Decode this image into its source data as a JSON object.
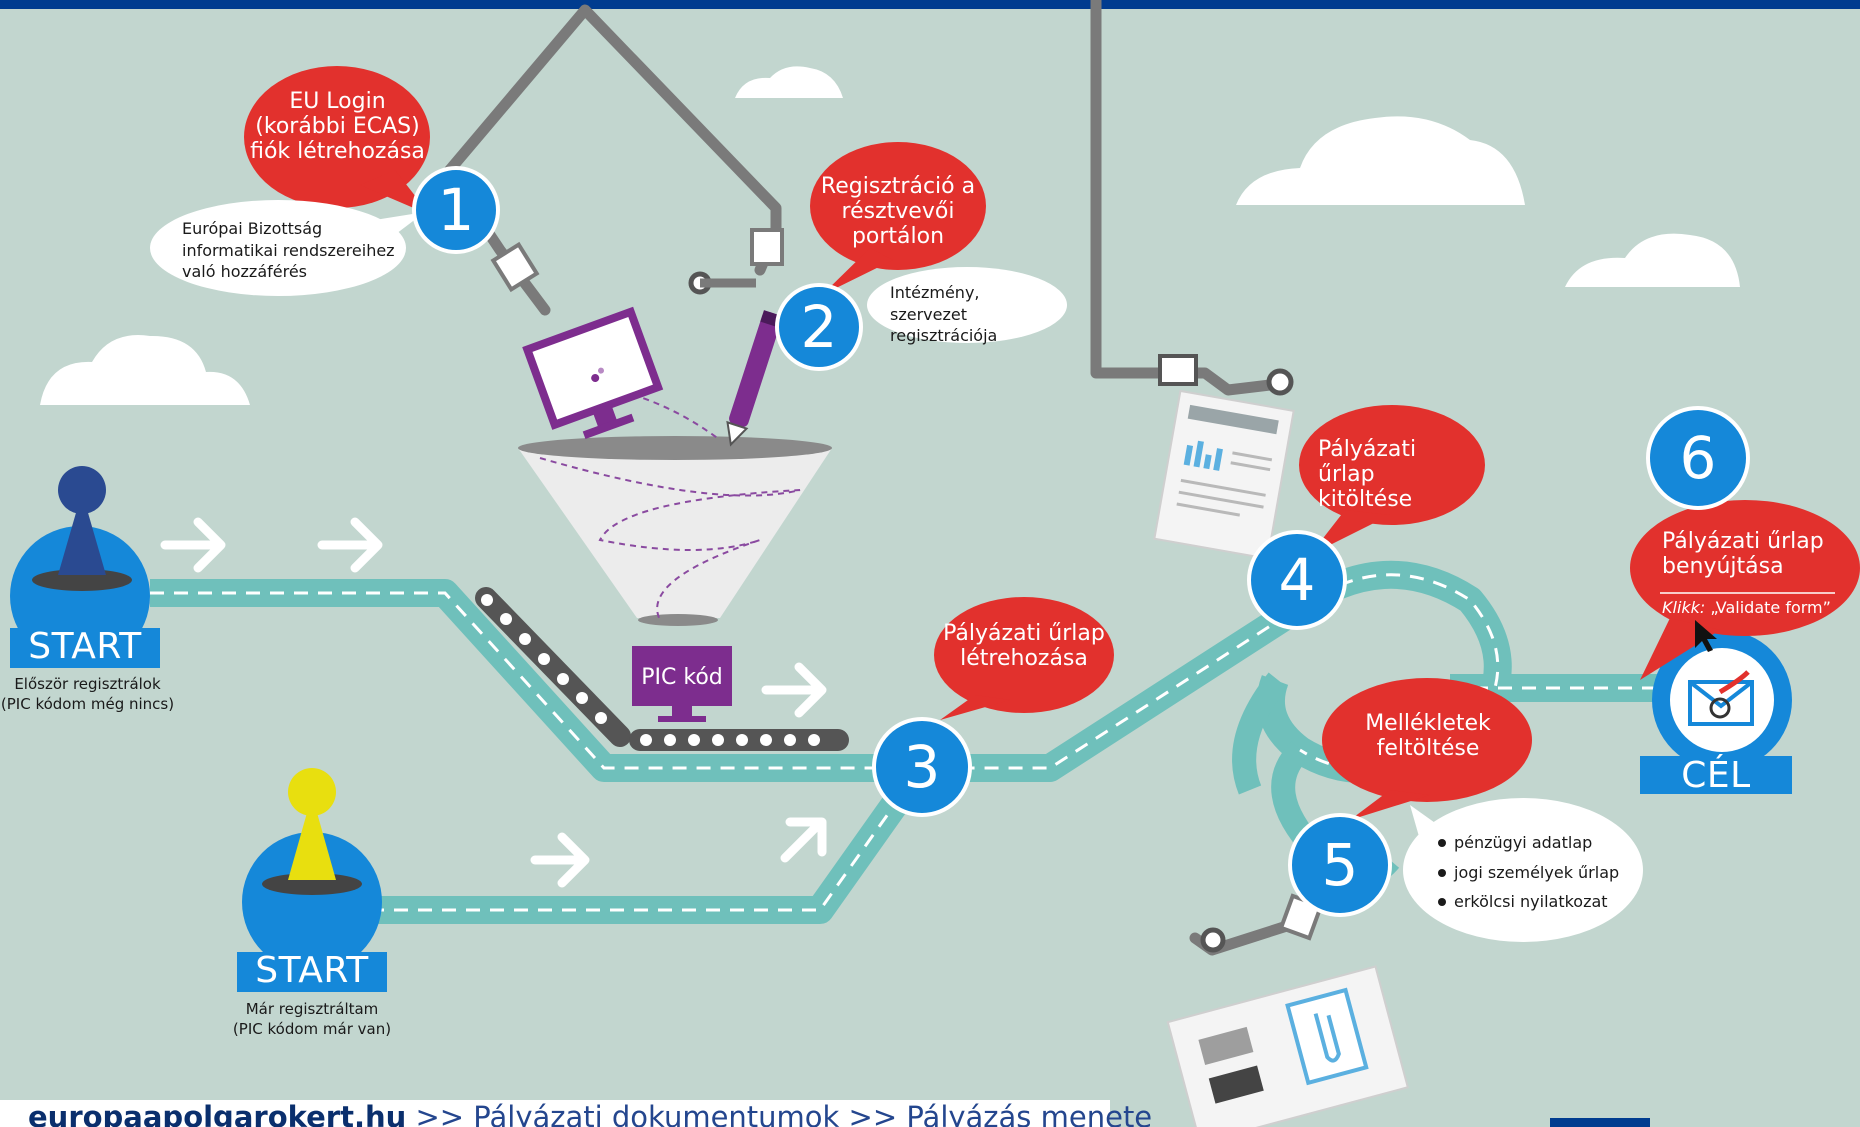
{
  "steps": [
    {
      "number": "1",
      "bubble": "EU Login\n(korábbi ECAS)\nfiók létrehozása",
      "note": "Európai Bizottság\ninformatikai rendszereihez\nvaló hozzáférés"
    },
    {
      "number": "2",
      "bubble": "Regisztráció a\nrésztvevői\nportálon",
      "note": "Intézmény, szervezet\nregisztrációja"
    },
    {
      "number": "3",
      "bubble": "Pályázati űrlap\nlétrehozása"
    },
    {
      "number": "4",
      "bubble": "Pályázati űrlap\nkitöltése"
    },
    {
      "number": "5",
      "bubble": "Mellékletek\nfeltöltése",
      "bullets": [
        "pénzügyi adatlap",
        "jogi személyek űrlap",
        "erkölcsi nyilatkozat"
      ]
    },
    {
      "number": "6",
      "bubble": "Pályázati űrlap\nbenyújtása",
      "click_label": "Klikk:",
      "click_text": "„Validate form”"
    }
  ],
  "start_new": {
    "label": "START",
    "caption": "Először regisztrálok\n(PIC kódom még nincs)"
  },
  "start_existing": {
    "label": "START",
    "caption": "Már regisztráltam\n(PIC kódom már van)"
  },
  "pic_label": "PIC kód",
  "goal": {
    "label": "CÉL"
  },
  "footer": {
    "site": "europaapolgarokert.hu",
    "path": ">> Pályázati dokumentumok >> Pályázás menete"
  },
  "colors": {
    "background": "#c2d6cf",
    "top_bar": "#003c8f",
    "bubble_red": "#e2312d",
    "step_blue": "#1688d9",
    "road": "#6fc0bb",
    "pic_purple": "#7d2d8e",
    "pawn_navy": "#2a4a91",
    "pawn_yellow": "#e8df0f",
    "start_blue": "#1484d6"
  }
}
